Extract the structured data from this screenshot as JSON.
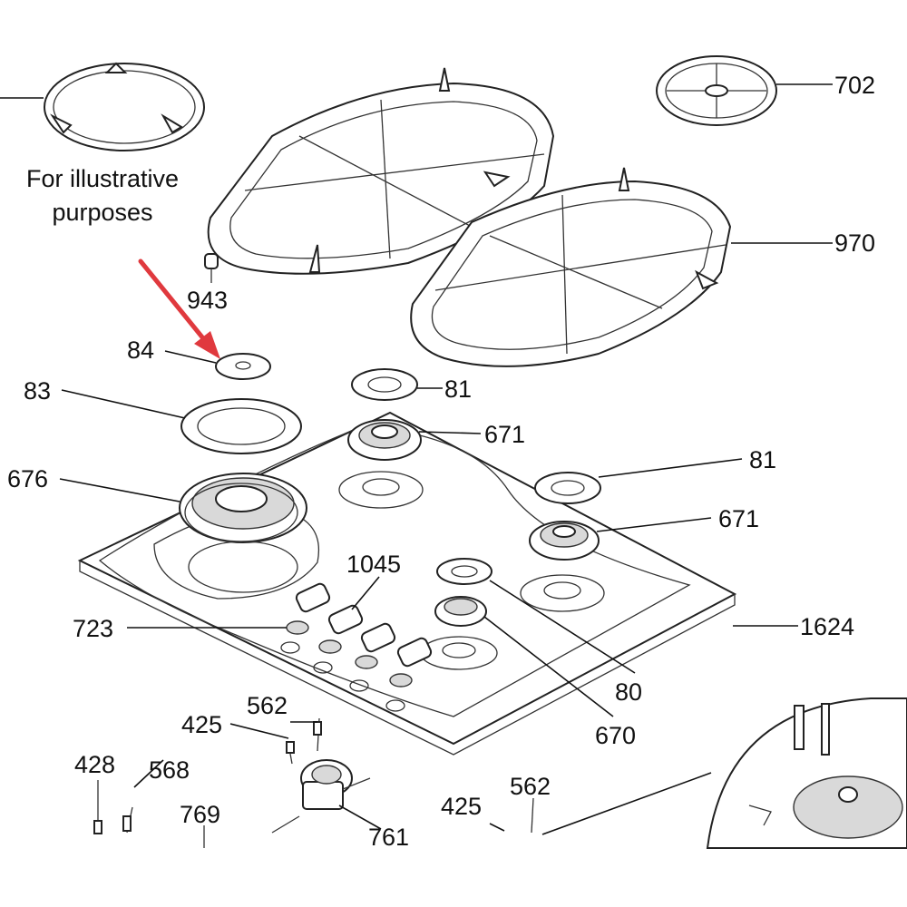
{
  "note": {
    "line1": "For illustrative",
    "line2": "purposes"
  },
  "labels": {
    "p702": "702",
    "p970": "970",
    "p943": "943",
    "p84": "84",
    "p83": "83",
    "p81a": "81",
    "p671a": "671",
    "p81b": "81",
    "p676": "676",
    "p671b": "671",
    "p1045": "1045",
    "p723": "723",
    "p1624": "1624",
    "p80": "80",
    "p670": "670",
    "p562a": "562",
    "p425a": "425",
    "p428": "428",
    "p568": "568",
    "p769": "769",
    "p761": "761",
    "p425b": "425",
    "p562b": "562"
  },
  "colors": {
    "arrow": "#e0393e",
    "ink": "#111111"
  }
}
